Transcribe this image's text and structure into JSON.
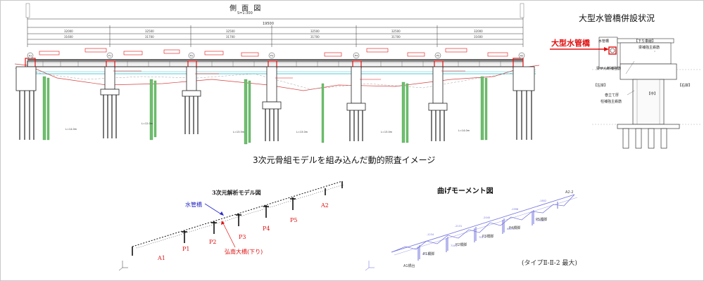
{
  "side_view": {
    "title": "側 面 図",
    "scale": "S=1:300",
    "dimension_total": "19500",
    "pier_labels": [
      "A1",
      "P1",
      "P2",
      "P3",
      "P4",
      "P5",
      "A2"
    ],
    "caption": "3次元骨組モデルを組み込んだ動的照査イメージ"
  },
  "cross_section": {
    "title": "大型水管橋併設状況",
    "pipe_label": "大型水管橋",
    "water_pipe_box": "水管橋",
    "down_line_label": "【下り車線】",
    "girder_note": "梁補強主鉄筋",
    "anchor_note": "梁せん断補強筋",
    "steel_note": "巻立て厚",
    "column_note": "柱補強主鉄筋",
    "left_label": "【左岸】",
    "right_label": "【右岸】",
    "center_label": "【中】"
  },
  "model_3d": {
    "title": "3次元解析モデル図",
    "pipe_label": "水管橋",
    "bridge_label": "弘南大橋(下り)",
    "nodes": [
      "A1",
      "P1",
      "P2",
      "P3",
      "P4",
      "P5",
      "A2"
    ]
  },
  "moment": {
    "title": "曲げモーメント図",
    "caption": "(タイプⅡ-Ⅱ-2 最大)",
    "labels": [
      "A1橋台",
      "P1橋脚",
      "P2橋脚",
      "P3橋脚",
      "P4橋脚",
      "P5橋脚",
      "A2-2"
    ]
  },
  "colors": {
    "line": "#1a1a1a",
    "accent_red": "#e01010",
    "pile_green": "#4caf50",
    "water_cyan": "#20b8c8",
    "model_blue": "#2a2ad0",
    "moment_blue": "#7878e0"
  }
}
